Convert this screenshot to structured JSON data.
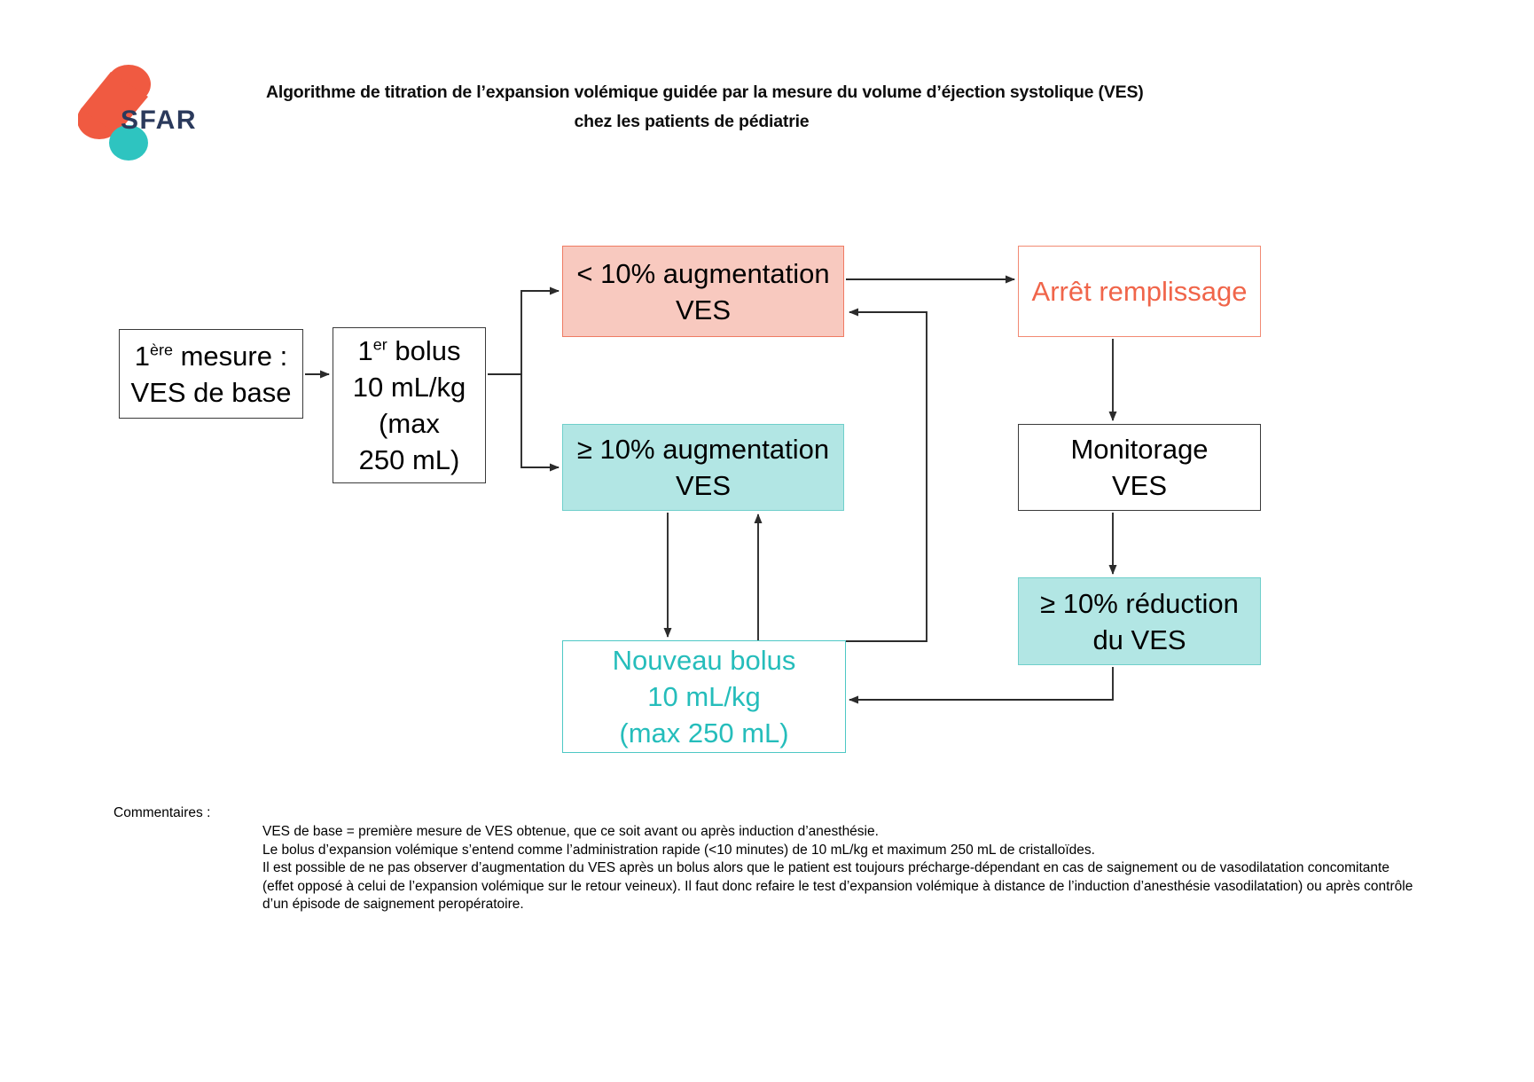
{
  "document": {
    "logo": {
      "name": "SFAR",
      "wordmark": "SFAR",
      "colors": {
        "red": "#f05a41",
        "teal": "#2ec4c0",
        "wordmark": "#2b3a5c"
      }
    },
    "title": {
      "line1": "Algorithme de titration de l’expansion volémique guidée par la mesure du volume d’éjection systolique (VES)",
      "line2": "chez les patients de pédiatrie"
    }
  },
  "palette": {
    "pink_fill": "#f8c9bf",
    "pink_border": "#ef7b63",
    "teal_fill": "#b2e6e4",
    "teal_border": "#6fcfcb",
    "coral_text": "#f0654a",
    "teal_text": "#25bdbb",
    "box_border": "#3a3a3a",
    "arrow": "#2b2b2b"
  },
  "flowchart": {
    "nodes": {
      "mesure": {
        "name": "1ere-mesure",
        "line1_pre": "1",
        "line1_sup": "ère",
        "line1_post": " mesure :",
        "line2": "VES de base"
      },
      "bolus1": {
        "name": "1er-bolus",
        "line1_pre": "1",
        "line1_sup": "er",
        "line1_post": " bolus",
        "line2": "10 mL/kg",
        "line3": "(max",
        "line4": "250 mL)"
      },
      "inf10": {
        "name": "moins-de-10-pourcent-augmentation-ves",
        "line1": "< 10% augmentation",
        "line2": "VES"
      },
      "sup10": {
        "name": "plus-de-10-pourcent-augmentation-ves",
        "line1": "≥ 10% augmentation",
        "line2": "VES"
      },
      "nouveau": {
        "name": "nouveau-bolus",
        "line1": "Nouveau bolus",
        "line2": "10 mL/kg",
        "line3": "(max 250 mL)"
      },
      "arret": {
        "name": "arret-remplissage",
        "line1": "Arrêt remplissage"
      },
      "monitorage": {
        "name": "monitorage-ves",
        "line1": "Monitorage",
        "line2": "VES"
      },
      "reduction": {
        "name": "reduction-ves",
        "line1": "≥ 10% réduction",
        "line2": "du VES"
      }
    },
    "edges": [
      {
        "from": "mesure",
        "to": "bolus1"
      },
      {
        "from": "bolus1",
        "to": "inf10"
      },
      {
        "from": "bolus1",
        "to": "sup10"
      },
      {
        "from": "inf10",
        "to": "arret"
      },
      {
        "from": "arret",
        "to": "monitorage"
      },
      {
        "from": "monitorage",
        "to": "reduction"
      },
      {
        "from": "reduction",
        "to": "nouveau"
      },
      {
        "from": "sup10",
        "to": "nouveau"
      },
      {
        "from": "nouveau",
        "to": "sup10"
      },
      {
        "from": "nouveau",
        "to": "inf10"
      }
    ]
  },
  "comments": {
    "label": "Commentaires :",
    "paragraphs": [
      "VES de base = première mesure de VES obtenue, que ce soit avant ou après induction d’anesthésie.",
      "Le bolus d’expansion volémique s’entend comme l’administration rapide (<10 minutes) de 10 mL/kg et maximum 250 mL de cristalloïdes.",
      "Il est possible de ne pas observer d’augmentation du VES après un bolus alors que le patient est toujours précharge-dépendant en cas de saignement ou de vasodilatation concomitante (effet opposé à celui de l’expansion volémique sur le retour veineux).  Il faut donc refaire le test d’expansion volémique à distance de l’induction d’anesthésie vasodilatation) ou après contrôle d’un épisode de saignement peropératoire."
    ]
  }
}
